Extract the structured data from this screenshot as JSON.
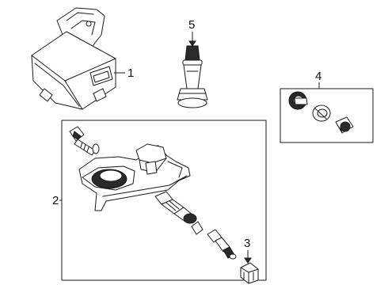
{
  "callouts": {
    "c1": "1",
    "c2": "2",
    "c3": "3",
    "c4": "4",
    "c5": "5"
  },
  "parts": [
    {
      "callout": "1",
      "name": "tpms-control-module"
    },
    {
      "callout": "2",
      "name": "tire-pressure-sensor-assembly"
    },
    {
      "callout": "3",
      "name": "valve-cap"
    },
    {
      "callout": "4",
      "name": "grommet-nut-kit"
    },
    {
      "callout": "5",
      "name": "snap-in-valve-stem"
    }
  ],
  "colors": {
    "line": "#1a1a1a",
    "background": "#ffffff",
    "dark_fill": "#2a2a2a"
  }
}
